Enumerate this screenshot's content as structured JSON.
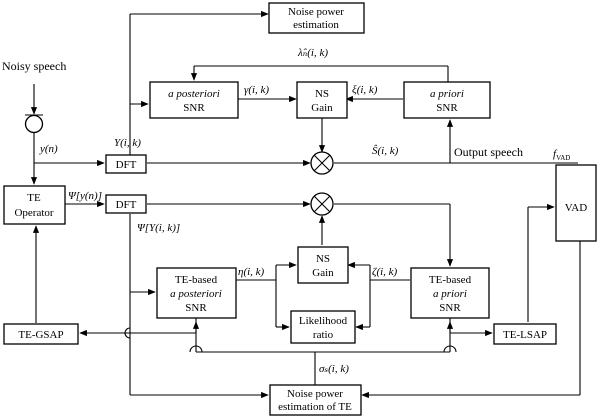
{
  "blocks": {
    "noise_power": [
      "Noise power",
      "estimation"
    ],
    "a_post": [
      "a posteriori",
      "SNR"
    ],
    "ns_gain_top": [
      "NS",
      "Gain"
    ],
    "a_priori": [
      "a priori",
      "SNR"
    ],
    "dft_top": "DFT",
    "dft_bottom": "DFT",
    "te_operator": [
      "TE",
      "Operator"
    ],
    "vad": "VAD",
    "te_a_post": [
      "TE-based",
      "a posteriori",
      "SNR"
    ],
    "ns_gain_bottom": [
      "NS",
      "Gain"
    ],
    "te_a_priori": [
      "TE-based",
      "a priori",
      "SNR"
    ],
    "likelihood": [
      "Likelihood",
      "ratio"
    ],
    "te_gsap": "TE-GSAP",
    "te_lsap": "TE-LSAP",
    "noise_power_te": [
      "Noise power",
      "estimation of TE"
    ]
  },
  "labels": {
    "noisy_speech": "Noisy speech",
    "y_n": "y(n)",
    "Y_ik": "Y(i, k)",
    "gamma": "γ(i, k)",
    "xi": "ξ(i, k)",
    "lambda_hat": "λ̂ₙ(i, k)",
    "s_hat": "Ŝ(i, k)",
    "output_speech": "Output speech",
    "f_vad": "f",
    "f_vad_sub": "VAD",
    "psi_y": "Ψ[y(n)]",
    "psi_Y": "Ψ[Y(i, k)]",
    "eta": "η(i, k)",
    "zeta": "ζ(i, k)",
    "sigma": "σₛ(i, k)"
  },
  "icons": {
    "multiply_top": "multiply-icon",
    "multiply_bottom": "multiply-icon",
    "microphone": "microphone-icon"
  }
}
